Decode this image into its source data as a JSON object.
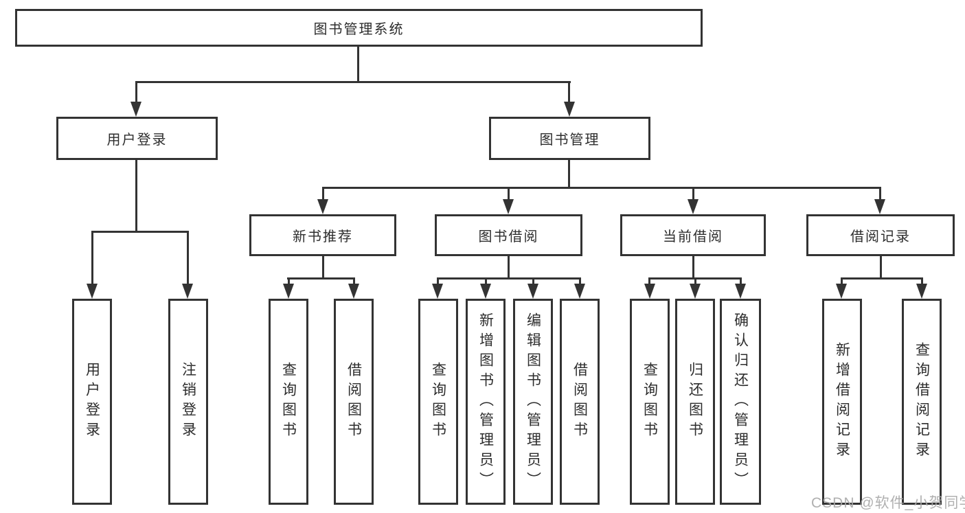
{
  "colors": {
    "line": "#333333",
    "box_background": "#ffffff",
    "watermark_text": "#a9a9a9"
  },
  "tree": {
    "root": {
      "label": "图书管理系统"
    },
    "level2": [
      {
        "label": "用户登录"
      },
      {
        "label": "图书管理"
      }
    ],
    "level3": [
      {
        "label": "新书推荐"
      },
      {
        "label": "图书借阅"
      },
      {
        "label": "当前借阅"
      },
      {
        "label": "借阅记录"
      }
    ],
    "leaves": {
      "user_login": [
        {
          "label": "用户登录"
        },
        {
          "label": "注销登录"
        }
      ],
      "new_book_recommend": [
        {
          "label": "查询图书"
        },
        {
          "label": "借阅图书"
        }
      ],
      "book_borrow": [
        {
          "label": "查询图书"
        },
        {
          "label": "新增图书（管理员）"
        },
        {
          "label": "编辑图书（管理员）"
        },
        {
          "label": "借阅图书"
        }
      ],
      "current_borrow": [
        {
          "label": "查询图书"
        },
        {
          "label": "归还图书"
        },
        {
          "label": "确认归还（管理员）"
        }
      ],
      "borrow_records": [
        {
          "label": "新增借阅记录"
        },
        {
          "label": "查询借阅记录"
        }
      ]
    }
  },
  "watermark": {
    "text": "CSDN @软件_小贺同学"
  }
}
